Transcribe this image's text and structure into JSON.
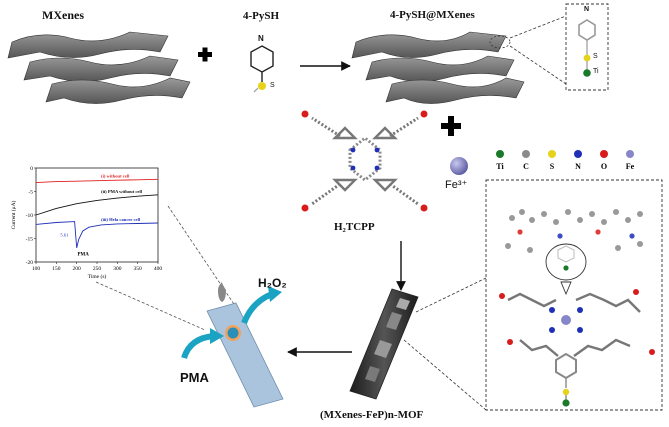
{
  "labels": {
    "mxenes": "MXenes",
    "pysh": "4-PySH",
    "pysh_mxenes": "4-PySH@MXenes",
    "h2tcpp": "H₂TCPP",
    "fe3": "Fe³⁺",
    "product": "(MXenes-FeP)n-MOF",
    "h2o2": "H₂O₂",
    "pma": "PMA"
  },
  "molecule": {
    "n": "N",
    "s": "S",
    "ti": "Ti"
  },
  "elements": [
    {
      "symbol": "Ti",
      "color": "#1a7a2a"
    },
    {
      "symbol": "C",
      "color": "#8a8a8a"
    },
    {
      "symbol": "S",
      "color": "#e6d219"
    },
    {
      "symbol": "N",
      "color": "#1f2fb8"
    },
    {
      "symbol": "O",
      "color": "#d81c1c"
    },
    {
      "symbol": "Fe",
      "color": "#8686c8"
    }
  ],
  "colors": {
    "accent_blue": "#2b6ec8",
    "arrow_teal": "#1aa3c2",
    "strip": "#a9c4dc"
  },
  "chart_data": {
    "type": "line",
    "xlabel": "Time (s)",
    "ylabel": "Current (μA)",
    "xlim": [
      100,
      400
    ],
    "ylim": [
      -20,
      0
    ],
    "xticks": [
      100,
      150,
      200,
      250,
      300,
      350,
      400
    ],
    "yticks": [
      0,
      -5,
      -10,
      -15,
      -20
    ],
    "annotations": [
      "PMA",
      "5.61"
    ],
    "series": [
      {
        "name": "(i) without cell",
        "color": "#e02020",
        "x": [
          100,
          150,
          200,
          250,
          300,
          350,
          400
        ],
        "y": [
          -3.1,
          -2.9,
          -2.8,
          -2.7,
          -2.6,
          -2.5,
          -2.4
        ]
      },
      {
        "name": "(ii) PMA without cell",
        "color": "#111111",
        "x": [
          100,
          150,
          200,
          250,
          300,
          350,
          400
        ],
        "y": [
          -10.0,
          -8.6,
          -7.6,
          -6.9,
          -6.4,
          -6.0,
          -5.7
        ]
      },
      {
        "name": "(iii) Hela cancer cell",
        "color": "#1f2fb8",
        "x": [
          100,
          150,
          195,
          200,
          205,
          215,
          230,
          260,
          300,
          350,
          400
        ],
        "y": [
          -12.0,
          -11.6,
          -11.4,
          -17.0,
          -15.2,
          -13.4,
          -12.6,
          -12.1,
          -11.9,
          -11.8,
          -11.7
        ]
      }
    ]
  }
}
